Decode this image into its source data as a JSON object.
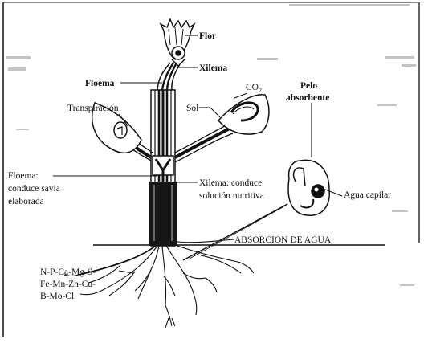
{
  "labels": {
    "flor": "Flor",
    "xilema": "Xilema",
    "floema": "Floema",
    "co2_base": "CO",
    "co2_sub": "2",
    "sol": "Sol",
    "pelo_1": "Pelo",
    "pelo_2": "absorbente",
    "transpiracion": "Transpiración",
    "floema_conduce_1": "Floema:",
    "floema_conduce_2": "conduce savia",
    "floema_conduce_3": "elaborada",
    "xilema_conduce_1": "Xilema: conduce",
    "xilema_conduce_2": "solución nutritiva",
    "agua_capilar": "Agua capilar",
    "absorcion": "ABSORCION DE AGUA",
    "nutrients_1": "N-P-Ca-Mg-S-",
    "nutrients_2": "Fe-Mn-Zn-Cu-",
    "nutrients_3": "B-Mo-Cl"
  },
  "colors": {
    "ink": "#111111",
    "background": "#ffffff",
    "bleed_through": "#b9b9b9"
  }
}
